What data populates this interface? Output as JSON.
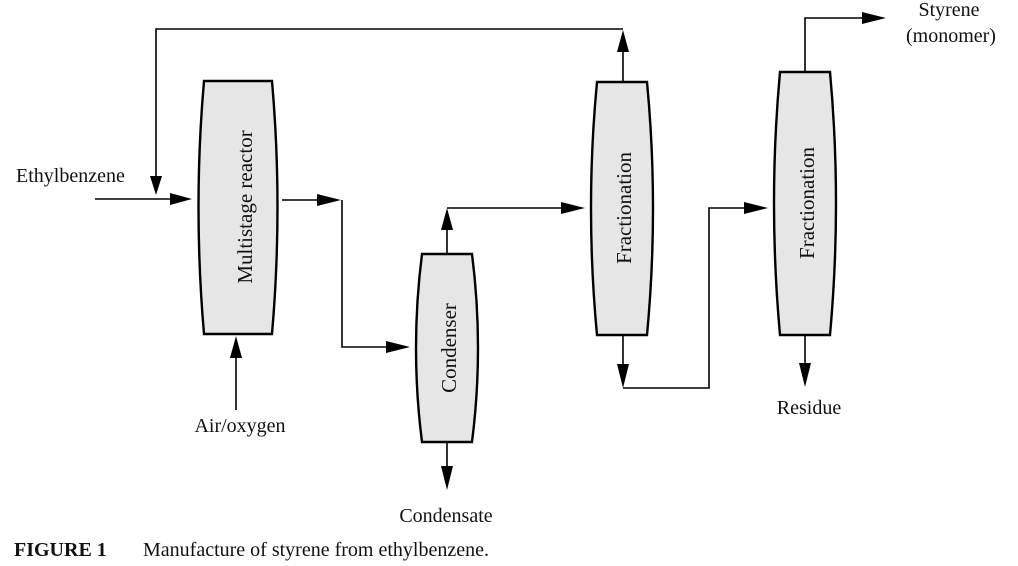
{
  "units": {
    "reactor": "Multistage reactor",
    "condenser": "Condenser",
    "fractionation_1": "Fractionation",
    "fractionation_2": "Fractionation"
  },
  "streams": {
    "feed": "Ethylbenzene",
    "air": "Air/oxygen",
    "condensate": "Condensate",
    "residue": "Residue",
    "product_line1": "Styrene",
    "product_line2": "(monomer)"
  },
  "caption": {
    "label": "FIGURE 1",
    "text": "Manufacture of styrene from ethylbenzene."
  }
}
